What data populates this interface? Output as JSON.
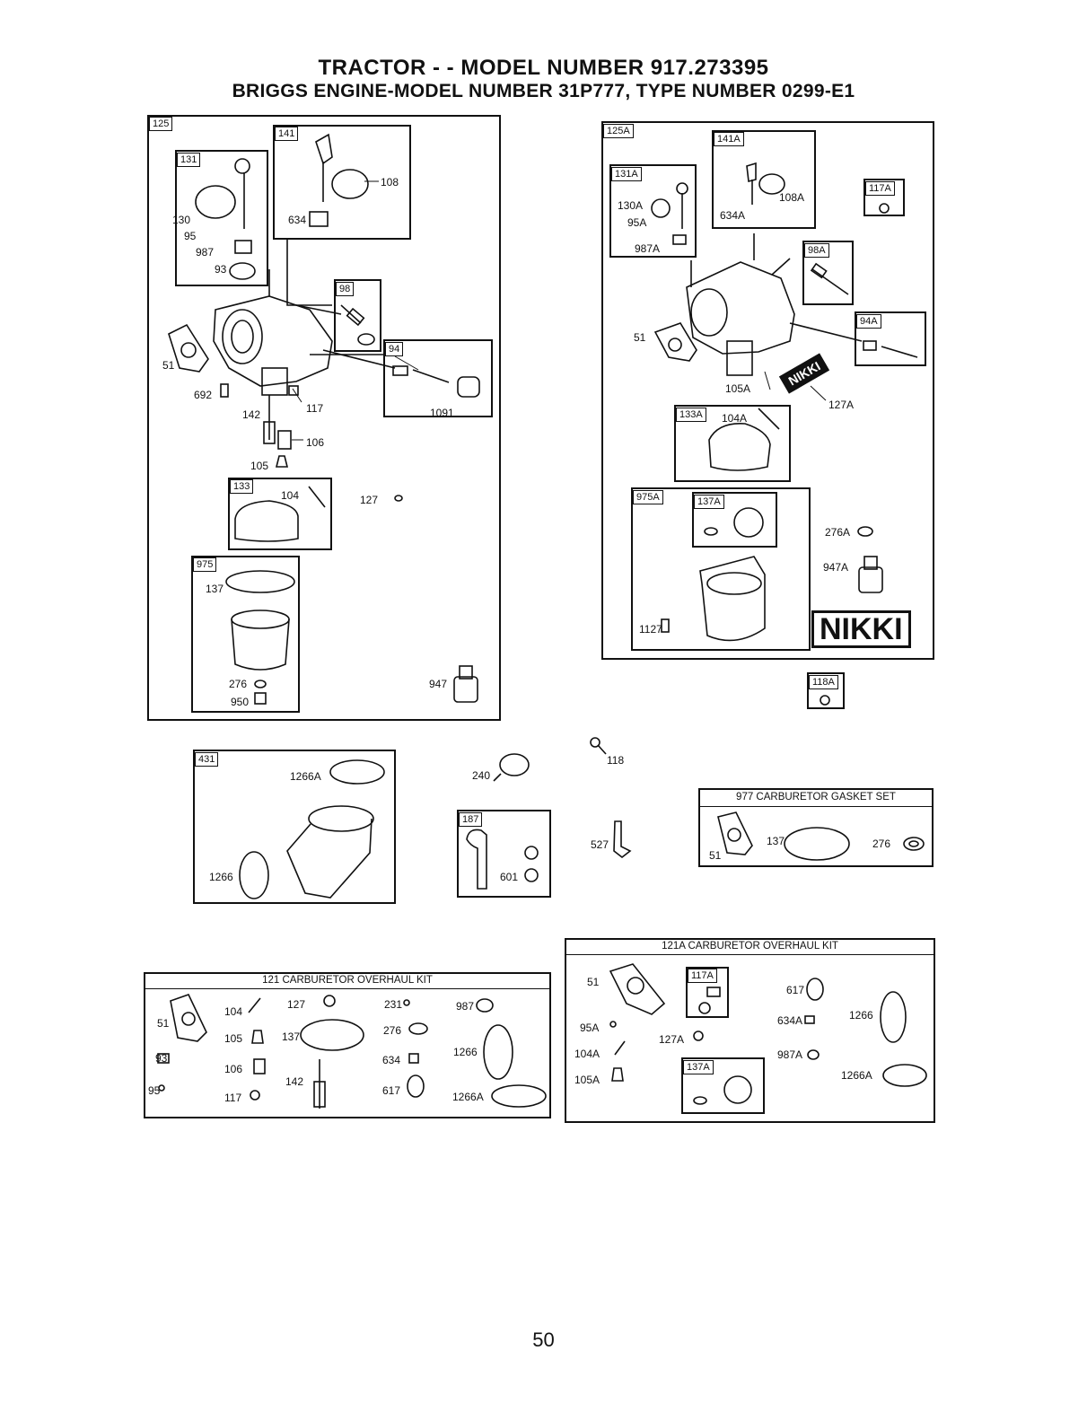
{
  "header": {
    "line1": "TRACTOR - - MODEL NUMBER  917.273395",
    "line2": "BRIGGS ENGINE-MODEL NUMBER 31P777, TYPE NUMBER 0299-E1"
  },
  "page_number": "50",
  "left_assembly": {
    "tag": "125",
    "sub": {
      "b131": "131",
      "b141": "141",
      "b98": "98",
      "b94": "94",
      "b133": "133",
      "b975": "975"
    },
    "labels": {
      "l130": "130",
      "l95": "95",
      "l987": "987",
      "l93": "93",
      "l108": "108",
      "l634": "634",
      "l51": "51",
      "l692": "692",
      "l142": "142",
      "l117": "117",
      "l1091": "1091",
      "l106": "106",
      "l105": "105",
      "l104": "104",
      "l127": "127",
      "l137": "137",
      "l276": "276",
      "l950": "950",
      "l947": "947"
    }
  },
  "right_assembly": {
    "tag": "125A",
    "sub": {
      "b141A": "141A",
      "b131A": "131A",
      "b117A": "117A",
      "b98A": "98A",
      "b94A": "94A",
      "b133A": "133A",
      "b975A": "975A",
      "b137A": "137A",
      "b118A": "118A"
    },
    "labels": {
      "l130A": "130A",
      "l95A": "95A",
      "l987A": "987A",
      "l108A": "108A",
      "l634A": "634A",
      "l51": "51",
      "l105A": "105A",
      "l127A": "127A",
      "l104A": "104A",
      "l276A": "276A",
      "l947A": "947A",
      "l1127": "1127"
    },
    "brand_small": "NIKKI",
    "brand_big": "NIKKI"
  },
  "middle": {
    "b431": "431",
    "l1266A": "1266A",
    "l1266": "1266",
    "l240": "240",
    "b187": "187",
    "l601": "601",
    "l118": "118",
    "l527": "527"
  },
  "gasket_set": {
    "title": "977 CARBURETOR GASKET SET",
    "labels": {
      "l51": "51",
      "l137": "137",
      "l276": "276"
    }
  },
  "kit121": {
    "title": "121 CARBURETOR OVERHAUL KIT",
    "labels": {
      "l51": "51",
      "l93": "93",
      "l95": "95",
      "l104": "104",
      "l105": "105",
      "l106": "106",
      "l117": "117",
      "l127": "127",
      "l137": "137",
      "l142": "142",
      "l231": "231",
      "l276": "276",
      "l634": "634",
      "l617": "617",
      "l987": "987",
      "l1266": "1266",
      "l1266A": "1266A"
    }
  },
  "kit121A": {
    "title": "121A CARBURETOR OVERHAUL KIT",
    "b117A": "117A",
    "b137A": "137A",
    "labels": {
      "l51": "51",
      "l95A": "95A",
      "l104A": "104A",
      "l105A": "105A",
      "l127A": "127A",
      "l617": "617",
      "l634A": "634A",
      "l987A": "987A",
      "l1266": "1266",
      "l1266A": "1266A"
    }
  }
}
